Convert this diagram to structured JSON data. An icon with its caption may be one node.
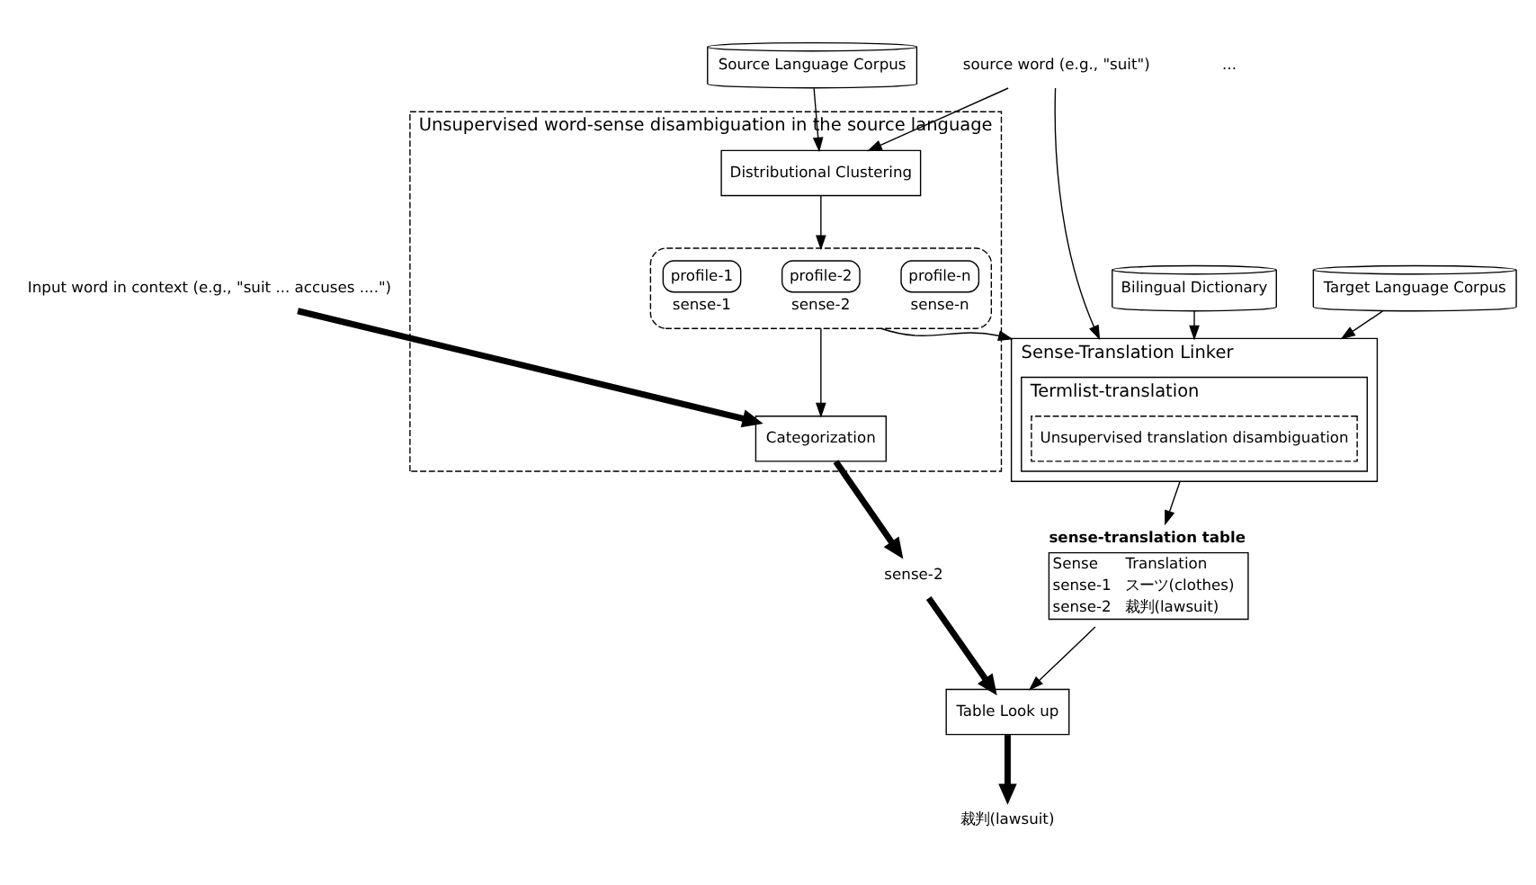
{
  "diagram": {
    "nodes": [
      {
        "text": [
          "Source Language Corpus"
        ]
      },
      {
        "text": [
          "source word (e.g., \"suit\")"
        ]
      },
      {
        "text": [
          "Bilingual Dictionary"
        ]
      },
      {
        "text": [
          "Target Language Corpus"
        ]
      },
      {
        "text": [
          "Unsupervised word-sense disambiguation in the source language"
        ]
      },
      {
        "text": [
          "Distributional Clustering"
        ],
        "in": 4
      },
      {
        "text": [],
        "shape": "box",
        "in": 4
      },
      {
        "text": [
          "profile-1"
        ],
        "beside": [
          "sense-1"
        ],
        "in": 6
      },
      {
        "text": [
          "profile-2"
        ],
        "beside": [
          "sense-2"
        ],
        "in": 6
      },
      {
        "text": [
          "profile-n"
        ],
        "beside": [
          "sense-n"
        ],
        "in": 6
      },
      {
        "text": [
          "Categorization"
        ],
        "in": 4
      },
      {
        "text": [
          "Sense-Translation Linker"
        ]
      },
      {
        "text": [
          "Termlist-translation"
        ],
        "in": 11
      },
      {
        "text": [
          "Unsupervised translation disambiguation"
        ],
        "in": 12
      },
      {
        "text": [
          "sense-translation table",
          "Sense",
          "Translation",
          "sense-1",
          "スーツ(clothes)",
          "sense-2",
          "裁判(lawsuit)"
        ]
      },
      {
        "text": [
          "sense-2"
        ]
      },
      {
        "text": [
          "Input word in context (e.g., \"suit ... accuses ....\")"
        ]
      },
      {
        "text": [
          "Table Look up"
        ]
      },
      {
        "text": [
          "裁判(lawsuit)"
        ]
      }
    ],
    "edges": [
      {
        "from": 0,
        "to": 5,
        "arrow": "to"
      },
      {
        "from": 1,
        "to": 5,
        "arrow": "to"
      },
      {
        "from": 1,
        "to": 11,
        "arrow": "to"
      },
      {
        "from": 2,
        "to": 11,
        "arrow": "to"
      },
      {
        "from": 3,
        "to": 11,
        "arrow": "to"
      },
      {
        "from": 5,
        "to": 6,
        "arrow": "to"
      },
      {
        "from": 6,
        "to": 11,
        "arrow": "to"
      },
      {
        "from": 6,
        "to": 10,
        "arrow": "to"
      },
      {
        "from": 11,
        "to": 14,
        "arrow": "to"
      },
      {
        "from": 10,
        "to": 15,
        "arrow": "to",
        "style": "thick"
      },
      {
        "from": 16,
        "to": 10,
        "arrow": "to",
        "style": "thick"
      },
      {
        "from": 15,
        "to": 17,
        "arrow": "to",
        "style": "thick"
      },
      {
        "from": 14,
        "to": 17,
        "arrow": "to"
      },
      {
        "from": 17,
        "to": 18,
        "arrow": "to",
        "style": "thick"
      }
    ],
    "labels": [
      "..."
    ]
  }
}
